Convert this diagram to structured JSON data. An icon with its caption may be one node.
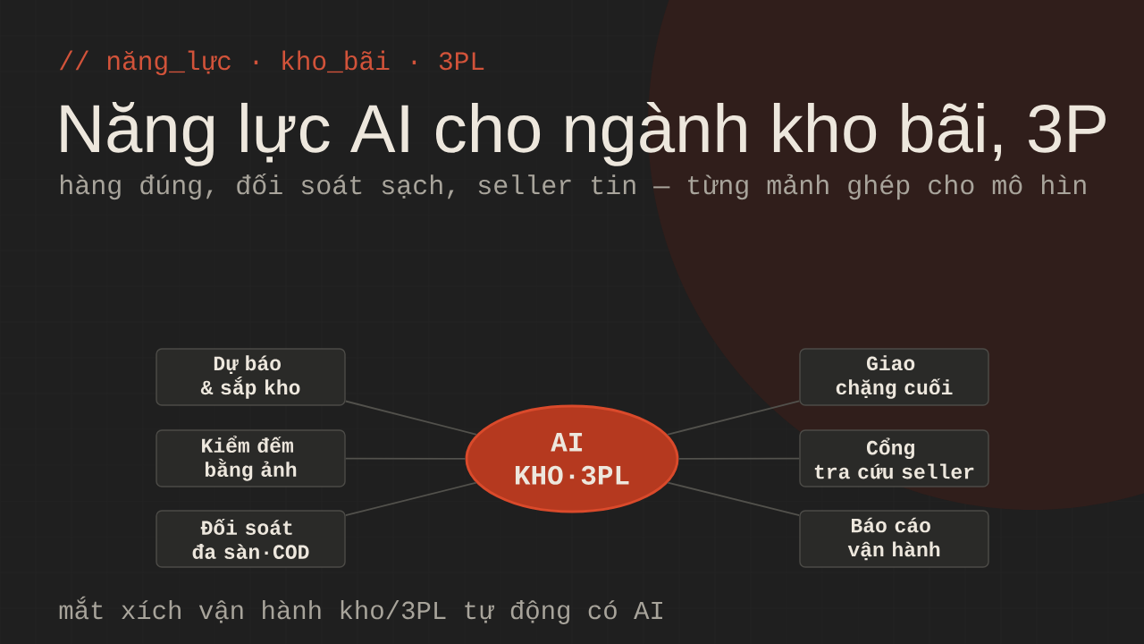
{
  "diagram": {
    "title": "Năng lực AI cho ngành kho bãi, 3P",
    "nodes": [
      {
        "text": [
          "Dự báo & sắp kho"
        ]
      },
      {
        "text": [
          "Giao chặng cuối"
        ]
      },
      {
        "text": [
          "Kiểm đếm bằng ảnh"
        ]
      },
      {
        "text": [
          "AI KHO·3PL"
        ]
      },
      {
        "text": [
          "Cổng tra cứu seller"
        ]
      },
      {
        "text": [
          "Đối soát đa sàn·COD"
        ]
      },
      {
        "text": [
          "Báo cáo vận hành"
        ]
      }
    ],
    "edges": [
      {
        "from": 3,
        "to": 0,
        "arrow": "none"
      },
      {
        "from": 3,
        "to": 1,
        "arrow": "none"
      },
      {
        "from": 3,
        "to": 2,
        "arrow": "none"
      },
      {
        "from": 3,
        "to": 4,
        "arrow": "none"
      },
      {
        "from": 3,
        "to": 5,
        "arrow": "none"
      },
      {
        "from": 3,
        "to": 6,
        "arrow": "none"
      }
    ],
    "labels": [
      "// năng_lực · kho_bãi · 3PL",
      "hàng đúng, đối soát sạch, seller tin — từng mảnh ghép cho mô hìn",
      "mắt xích vận hành kho/3PL tự động có AI"
    ]
  }
}
